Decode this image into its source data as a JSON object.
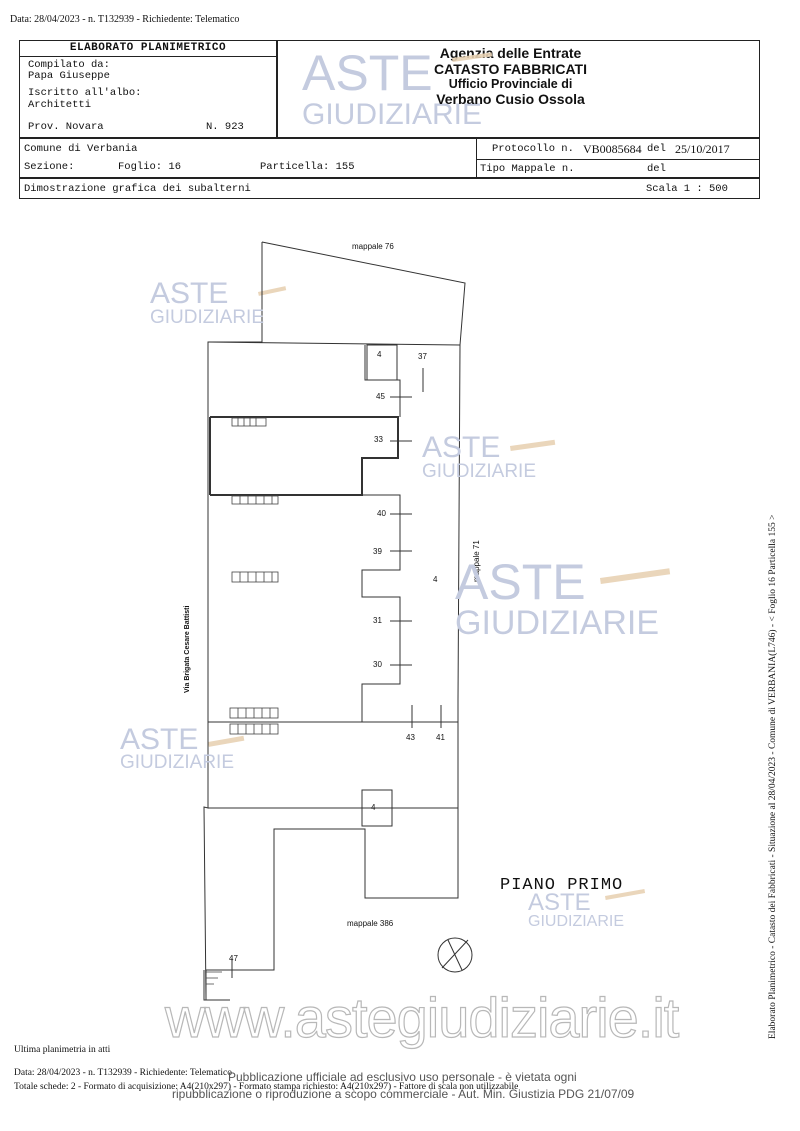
{
  "top_info": "Data: 28/04/2023 - n. T132939 - Richiedente: Telematico",
  "header": {
    "title": "ELABORATO PLANIMETRICO",
    "compilato_label": "Compilato da:",
    "compilato_name": "Papa Giuseppe",
    "iscritto_label": "Iscritto all'albo:",
    "albo": "Architetti",
    "prov": "Prov. Novara",
    "numero": "N. 923",
    "agency_line1": "Agenzia delle Entrate",
    "agency_line2": "CATASTO FABBRICATI",
    "agency_line3": "Ufficio Provinciale di",
    "agency_line4": "Verbano Cusio Ossola",
    "comune": "Comune di Verbania",
    "sezione_label": "Sezione:",
    "foglio": "Foglio: 16",
    "particella": "Particella: 155",
    "protocollo_label": "Protocollo n.",
    "protocollo_value": "VB0085684",
    "del_label": "del",
    "protocollo_date": "25/10/2017",
    "tipo_mappale": "Tipo Mappale n.",
    "del_label2": "del",
    "dimostrazione": "Dimostrazione grafica dei subalterni",
    "scala": "Scala 1 : 500"
  },
  "plan": {
    "labels": {
      "mappale_76": "mappale 76",
      "mappale_71": "mappale 71",
      "mappale_386": "mappale 386",
      "street": "Via Brigata Cesare Battisti",
      "piano": "PIANO PRIMO"
    },
    "subalterni": [
      "4",
      "37",
      "45",
      "33",
      "40",
      "39",
      "4",
      "31",
      "30",
      "43",
      "41",
      "4",
      "47"
    ]
  },
  "watermark": {
    "word1": "ASTE",
    "word2": "GIUDIZIARIE",
    "url": "www.astegiudiziarie.it",
    "disclaimer1": "Pubblicazione ufficiale ad esclusivo uso personale - è vietata ogni",
    "disclaimer2": "ripubblicazione o riproduzione a scopo commerciale - Aut. Min. Giustizia PDG 21/07/09"
  },
  "sidebar_text": "Elaborato Planimetrico - Catasto dei Fabbricati - Situazione al 28/04/2023 - Comune di VERBANIA(L746) - < Foglio 16 Particella 155 >",
  "footer": {
    "ultima": "Ultima planimetria in atti",
    "line1": "Data: 28/04/2023 - n. T132939 - Richiedente: Telematico",
    "line2": "Totale schede: 2 - Formato di acquisizione: A4(210x297) - Formato stampa richiesto: A4(210x297) - Fattore di scala non utilizzabile"
  },
  "colors": {
    "watermark": "#c4cbdf",
    "gavel": "#e8d2b4",
    "ink": "#222222"
  }
}
